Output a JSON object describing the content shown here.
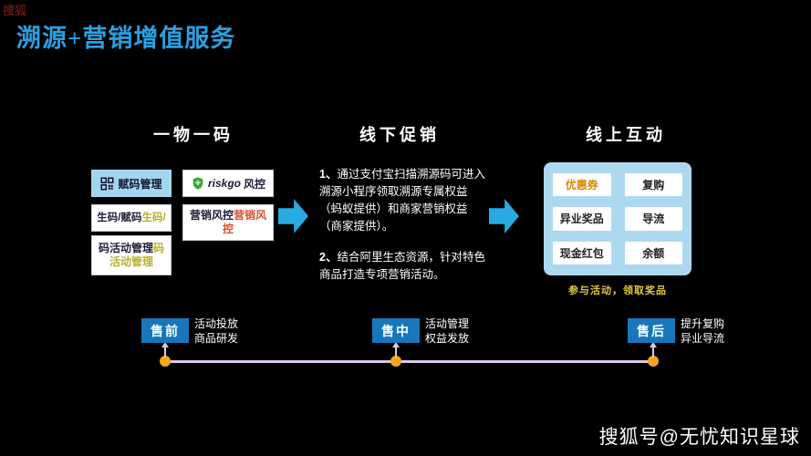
{
  "page": {
    "title": "溯源+营销增值服务",
    "watermark_top": "搜狐",
    "watermark_bottom": "搜狐号@无忧知识星球"
  },
  "columns": {
    "left_header": "一物一码",
    "middle_header": "线下促销",
    "right_header": "线上互动"
  },
  "left_diagram": {
    "code_mgmt_label": "赋码管理",
    "riskgo_brand": "riskgo",
    "riskgo_label": "风控",
    "gen_code_dark": "生码/赋码",
    "gen_code_accent": "生码/",
    "marketing_risk_dark": "营销风控",
    "marketing_risk_accent": "营销风控",
    "activity_mgmt_dark": "码活动管理",
    "activity_mgmt_accent": "码活动管理"
  },
  "middle_text": {
    "item1_num": "1、",
    "item1_text": "通过支付宝扫描溯源码可进入溯源小程序领取溯源专属权益（蚂蚁提供）和商家营销权益（商家提供）。",
    "item2_num": "2、",
    "item2_text": "结合阿里生态资源，针对特色商品打造专项营销活动。"
  },
  "right_panel": {
    "items": [
      {
        "label": "优惠券"
      },
      {
        "label": "复购"
      },
      {
        "label": "异业奖品"
      },
      {
        "label": "导流"
      },
      {
        "label": "现金红包"
      },
      {
        "label": "余额"
      }
    ],
    "caption": "参与活动，领取奖品"
  },
  "timeline": {
    "stages": [
      {
        "label": "售前",
        "desc1": "活动投放",
        "desc2": "商品研发"
      },
      {
        "label": "售中",
        "desc1": "活动管理",
        "desc2": "权益发放"
      },
      {
        "label": "售后",
        "desc1": "提升复购",
        "desc2": "异业导流"
      }
    ]
  },
  "colors": {
    "title_blue": "#2B9FE0",
    "arrow_blue": "#29ABE2",
    "stage_box_blue": "#1877BC",
    "panel_blue": "#ADD9F0",
    "timeline_lavender": "#DCC9E8",
    "dot_yellow": "#F2A71B",
    "caption_yellow": "#E3C83F",
    "accent_olive": "#B9B12A",
    "accent_red": "#E0502E",
    "highlight_orange": "#D78A00",
    "shield_green": "#3AAA35"
  }
}
